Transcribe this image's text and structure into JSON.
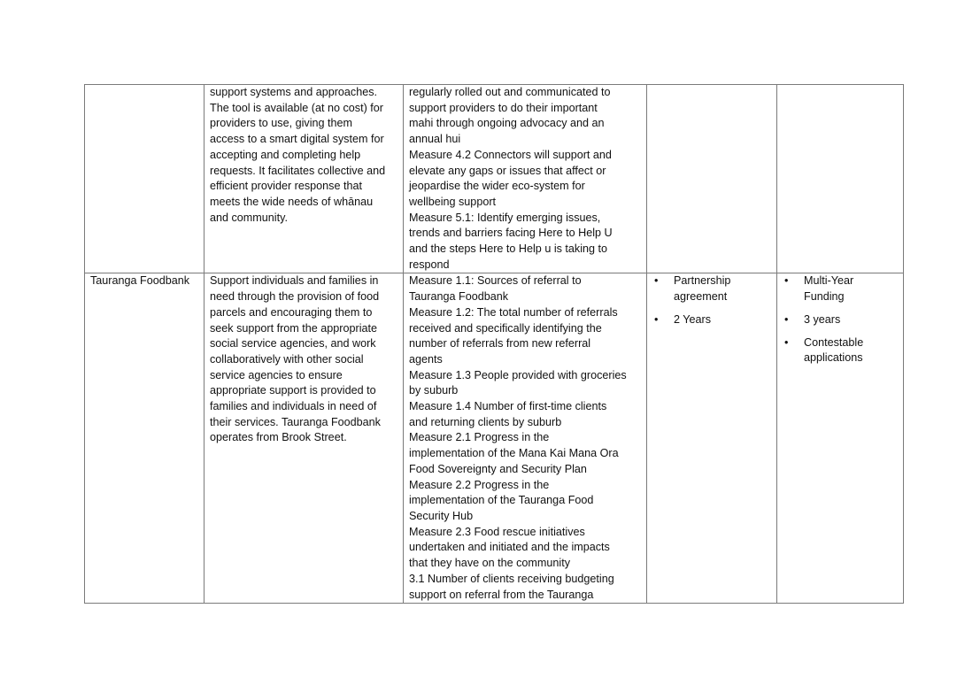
{
  "rows": [
    {
      "organisation": "",
      "description_lines": [
        "support systems and approaches.",
        "The tool is available (at no cost) for",
        "providers to use, giving them",
        "access to a smart digital system for",
        "accepting and completing help",
        "requests. It facilitates collective and",
        "efficient provider response that",
        "meets the wide needs of whānau",
        "and community."
      ],
      "measure_lines": [
        "regularly rolled out and communicated to",
        "support providers to do their important",
        "mahi through ongoing advocacy and an",
        "annual hui",
        "Measure 4.2 Connectors will support and",
        "elevate any gaps or issues that affect or",
        "jeopardise the wider eco-system for",
        "wellbeing support",
        "Measure 5.1: Identify emerging issues,",
        "trends and barriers facing Here to Help U",
        "and the steps Here to Help u is taking to",
        "respond"
      ]
    },
    {
      "organisation": "Tauranga Foodbank",
      "description_lines": [
        "Support individuals and families in",
        "need through the provision of food",
        "parcels and encouraging them to",
        "seek support from the appropriate",
        "social service agencies, and work",
        "collaboratively with other social",
        "service agencies to ensure",
        "appropriate support is provided to",
        "families and individuals in need of",
        "their services. Tauranga Foodbank",
        "operates from Brook Street."
      ],
      "measure_lines": [
        "Measure 1.1: Sources of referral to",
        "Tauranga Foodbank",
        "Measure 1.2: The total number of referrals",
        "received and specifically identifying the",
        "number of referrals from new referral",
        "agents",
        "Measure 1.3 People provided with groceries",
        "by suburb",
        "Measure 1.4 Number of first-time clients",
        "and returning clients by suburb",
        "Measure 2.1 Progress in the",
        "implementation of the Mana Kai Mana Ora",
        "Food Sovereignty and Security Plan",
        "Measure 2.2 Progress in the",
        "implementation of the Tauranga Food",
        "Security Hub",
        "Measure 2.3 Food rescue initiatives",
        "undertaken and initiated and the impacts",
        "that they have on the community",
        "3.1 Number of clients receiving budgeting",
        "support on referral from the Tauranga"
      ],
      "agreement_bullets": [
        {
          "lines": [
            "Partnership",
            "agreement"
          ]
        },
        {
          "lines": [
            "2 Years"
          ]
        }
      ],
      "funding_bullets": [
        {
          "lines": [
            "Multi-Year",
            "Funding"
          ]
        },
        {
          "lines": [
            "3 years"
          ]
        },
        {
          "lines": [
            "Contestable",
            "applications"
          ]
        }
      ]
    }
  ],
  "bullet_glyph": "•"
}
